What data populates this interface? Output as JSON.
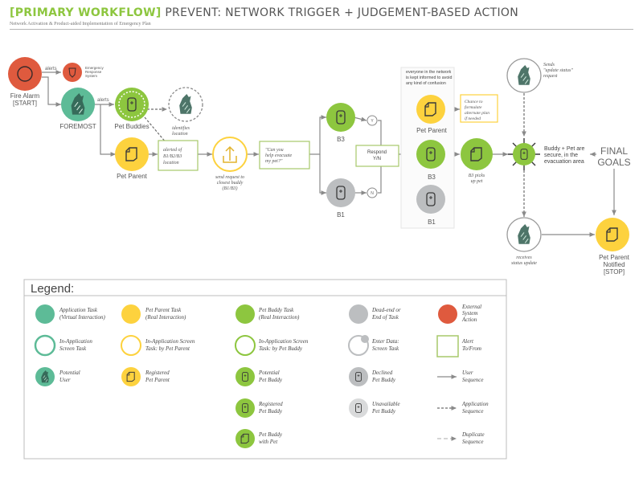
{
  "header": {
    "tag": "[PRIMARY WORKFLOW]",
    "title": "PREVENT: NETWORK TRIGGER + JUDGEMENT-BASED ACTION",
    "subtitle": "Network Activation & Product-aided Implementation of Emergency Plan"
  },
  "colors": {
    "teal": "#5dbb97",
    "yellow": "#fdd23e",
    "green": "#8dc63f",
    "grey": "#bcbec0",
    "red": "#df5a3e",
    "line": "#8a8a8a"
  },
  "flow": {
    "fire_alarm": [
      "Fire Alarm",
      "[START]"
    ],
    "alerts_1": "alerts",
    "alerts_2": "alerts",
    "ers": [
      "Emergency",
      "Response",
      "System"
    ],
    "foremost": "FOREMOST",
    "pet_buddies": "Pet Buddies",
    "identifies": [
      "identifies",
      "location"
    ],
    "pet_parent": "Pet Parent",
    "alerted_box": [
      "alerted of",
      "B1/B2/B3",
      "location"
    ],
    "send_request": [
      "send request to",
      "closest buddy",
      "(B1/B3)"
    ],
    "can_you_box": [
      "\"Can you",
      "help evacuate",
      "my pet?\""
    ],
    "b3_top": "B3",
    "b1": "B1",
    "y": "Y",
    "n": "N",
    "respond_box": [
      "Respond",
      "Y/N"
    ],
    "network_note": [
      "everyone in the network",
      "is kept informed to avoid",
      "any kind of confusion"
    ],
    "pet_parent_2": "Pet Parent",
    "chance_box": [
      "Chance to",
      "formulate",
      "alternate plan",
      "if needed"
    ],
    "b3_mid": "B3",
    "b1_right": "B1",
    "b3_picks": [
      "B3 picks",
      "up pet"
    ],
    "sends": [
      "Sends",
      "\"update status\"",
      "request"
    ],
    "secure": [
      "Buddy + Pet are",
      "secure, in the",
      "evacuation area"
    ],
    "final_goals": [
      "FINAL",
      "GOALS"
    ],
    "receives": [
      "receives",
      "status update"
    ],
    "parent_notified": [
      "Pet Parent",
      "Notified",
      "[STOP]"
    ]
  },
  "legend": {
    "title": "Legend:",
    "items": [
      {
        "label": [
          "Application Task",
          "(Virtual Interaction)"
        ]
      },
      {
        "label": [
          "Pet Parent Task",
          "(Real Interaction)"
        ]
      },
      {
        "label": [
          "Pet Buddy Task",
          "(Real Interaction)"
        ]
      },
      {
        "label": [
          "Dead-end or",
          "End of Task"
        ]
      },
      {
        "label": [
          "External",
          "System",
          "Action"
        ]
      },
      {
        "label": [
          "In-Application",
          "Screen Task"
        ]
      },
      {
        "label": [
          "In-Application Screen",
          "Task: by Pet Parent"
        ]
      },
      {
        "label": [
          "In-Application Screen",
          "Task: by Pet Buddy"
        ]
      },
      {
        "label": [
          "Enter Data:",
          "Screen Task"
        ]
      },
      {
        "label": [
          "Alert",
          "To/From"
        ]
      },
      {
        "label": [
          "Potential",
          "User"
        ]
      },
      {
        "label": [
          "Registered",
          "Pet Parent"
        ]
      },
      {
        "label": [
          "Potential",
          "Pet Buddy"
        ]
      },
      {
        "label": [
          "Declined",
          "Pet Buddy"
        ]
      },
      {
        "label": [
          "User",
          "Sequence"
        ]
      },
      {
        "label": [
          "Registered",
          "Pet Buddy"
        ]
      },
      {
        "label": [
          "Unavailable",
          "Pet Buddy"
        ]
      },
      {
        "label": [
          "Application",
          "Sequence"
        ]
      },
      {
        "label": [
          "Pet Buddy",
          "with Pet"
        ]
      },
      {
        "label": [
          "Duplicate",
          "Sequence"
        ]
      }
    ]
  }
}
